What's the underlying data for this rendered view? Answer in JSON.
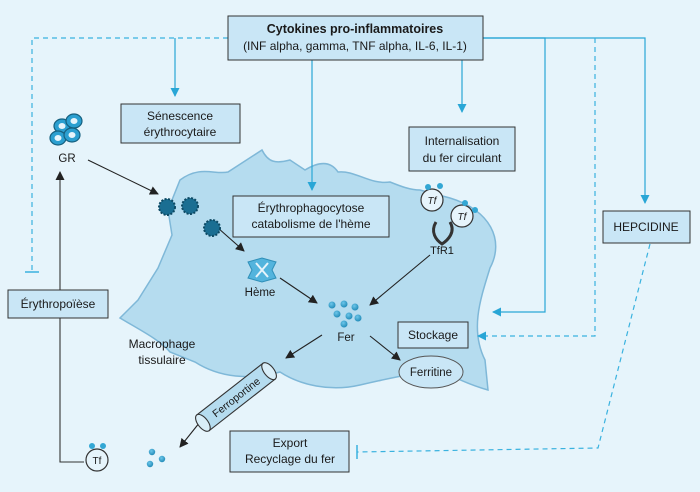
{
  "colors": {
    "background": "#e6f4fb",
    "box_fill": "#c9e6f6",
    "arrow_blue": "#29a6d6",
    "dashed_blue": "#3ab2df",
    "macrophage_fill": "#b5dcef",
    "macrophage_stroke": "#7fb8d8",
    "particle_dark": "#1a6e92",
    "particle_light": "#33a7d4",
    "text": "#1a1a1a"
  },
  "cytokines": {
    "title": "Cytokines pro-inflammatoires",
    "subtitle": "(INF alpha, gamma, TNF alpha, IL-6, IL-1)"
  },
  "senescence": {
    "line1": "Sénescence",
    "line2": "érythrocytaire"
  },
  "internalisation": {
    "line1": "Internalisation",
    "line2": "du fer circulant"
  },
  "erythrophagocytose": {
    "line1": "Érythrophagocytose",
    "line2": "catabolisme de l'hème"
  },
  "hepcidine": {
    "label": "HEPCIDINE"
  },
  "erythropoiese": {
    "label": "Érythropoïèse"
  },
  "stockage": {
    "label": "Stockage"
  },
  "export": {
    "line1": "Export",
    "line2": "Recyclage du fer"
  },
  "labels": {
    "gr": "GR",
    "heme": "Hème",
    "fer": "Fer",
    "tfr1": "TfR1",
    "tf": "Tf",
    "ferritine": "Ferritine",
    "ferroportine": "Ferroportine",
    "macrophage_line1": "Macrophage",
    "macrophage_line2": "tissulaire"
  },
  "icons": [
    "red-blood-cell-icon",
    "heme-icon",
    "iron-particle-icon",
    "transferrin-receptor-icon",
    "ferroportin-channel-icon"
  ]
}
